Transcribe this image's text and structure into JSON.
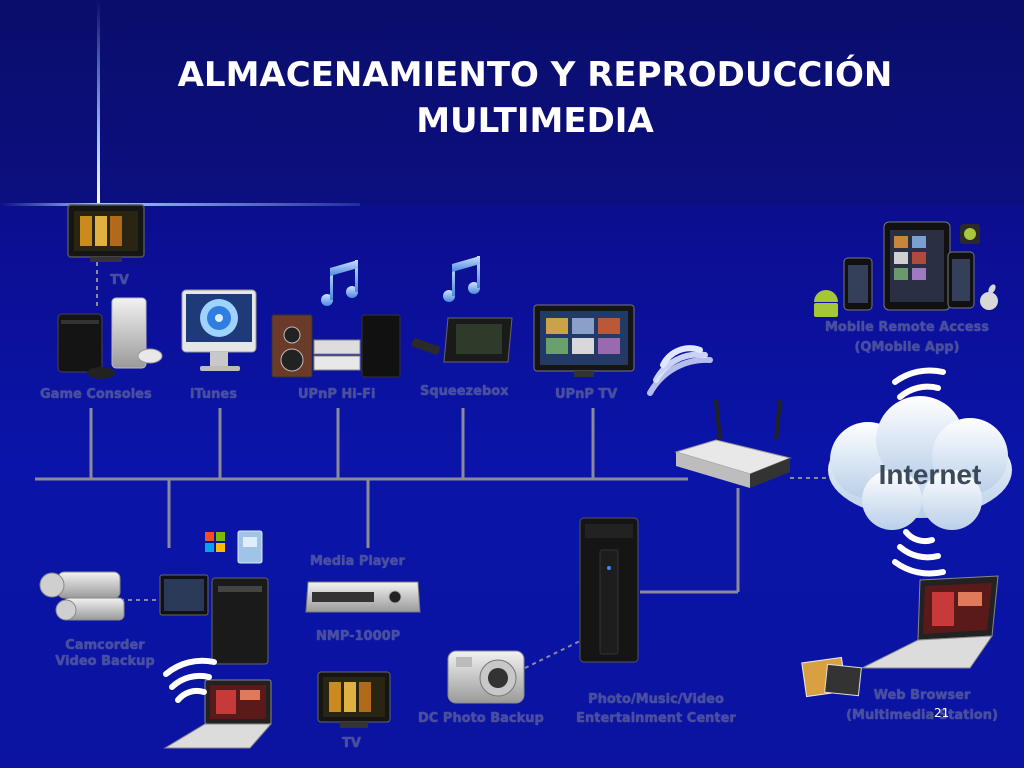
{
  "slide": {
    "title_line1": "ALMACENAMIENTO Y REPRODUCCIÓN",
    "title_line2": "MULTIMEDIA",
    "page_number": "21"
  },
  "labels": {
    "tv_top": "TV",
    "game_consoles": "Game Consoles",
    "itunes": "iTunes",
    "upnp_hifi": "UPnP Hi-Fi",
    "squeezebox": "Squeezebox",
    "upnp_tv": "UPnP TV",
    "mobile_line1": "Mobile Remote Access",
    "mobile_line2": "(QMobile App)",
    "internet": "Internet",
    "media_player": "Media Player",
    "nmp": "NMP-1000P",
    "camcorder_line1": "Camcorder",
    "camcorder_line2": "Video Backup",
    "tv_bottom": "TV",
    "dc_photo": "DC Photo Backup",
    "photo_line1": "Photo/Music/Video",
    "photo_line2": "Entertainment Center",
    "web_line1": "Web Browser",
    "web_line2": "(Multimedia Station)"
  },
  "colors": {
    "background": "#0a14a8",
    "title": "#ffffff",
    "label": "#4a4f9a",
    "bus_line": "#8a8a9a",
    "cloud": "#dfeaf8"
  },
  "icons": [
    "tv-icon",
    "game-console-icon",
    "imac-icon",
    "hifi-icon",
    "music-notes-icon",
    "squeezebox-icon",
    "router-icon",
    "wifi-icon",
    "cloud-icon",
    "tablet-icon",
    "android-icon",
    "apple-icon",
    "camcorder-icon",
    "desktop-pc-icon",
    "windows-logo-icon",
    "mac-logo-icon",
    "media-player-icon",
    "camera-icon",
    "nas-icon",
    "laptop-icon"
  ]
}
